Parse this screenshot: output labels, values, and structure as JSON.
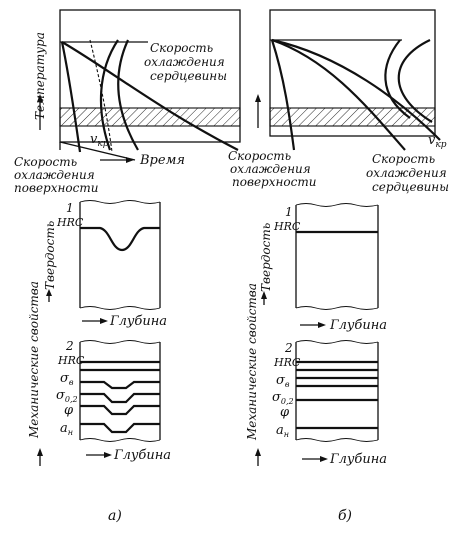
{
  "top_left": {
    "y_axis_label": "Температура",
    "x_axis_label": "Время",
    "core_label": [
      "Скорость",
      "охлаждения",
      "сердцевины"
    ],
    "surface_label": [
      "Скорость",
      "охлаждения",
      "поверхности"
    ],
    "vkr_label": "v",
    "vkr_sub": "кр"
  },
  "top_right": {
    "surface_label": [
      "Скорость",
      "охлаждения",
      "поверхности"
    ],
    "core_label": [
      "Скорость",
      "охлаждения",
      "сердцевины"
    ],
    "vkr_label": "v",
    "vkr_sub": "кр"
  },
  "hardness": {
    "y_axis_label": "Твердость",
    "x_axis_label": "Глубина",
    "index": "1",
    "unit": "HRC"
  },
  "mechanical": {
    "y_axis_label": "Механические свойства",
    "x_axis_label": "Глубина",
    "index": "2",
    "props": [
      "HRC",
      "σ",
      "σ",
      "φ",
      "a"
    ],
    "subs": [
      "",
      "в",
      "0,2",
      "",
      "н"
    ]
  },
  "captions": {
    "left": "а)",
    "right": "б)"
  },
  "colors": {
    "ink": "#111111",
    "paper": "#ffffff"
  }
}
